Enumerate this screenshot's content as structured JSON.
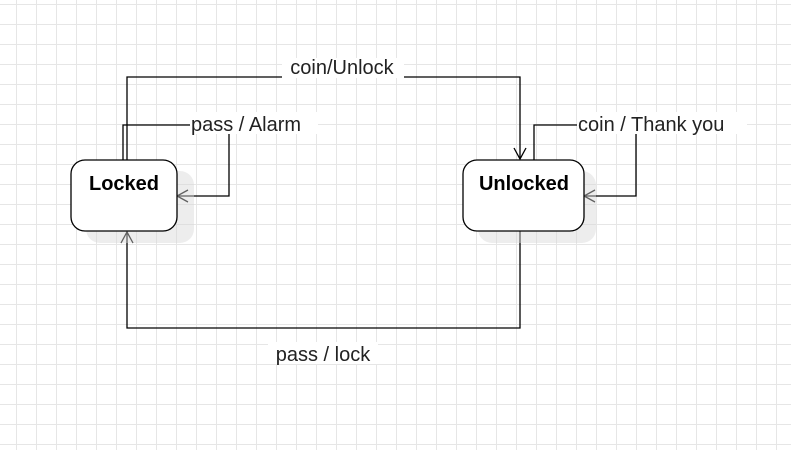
{
  "diagram": {
    "states": {
      "locked": {
        "label": "Locked"
      },
      "unlocked": {
        "label": "Unlocked"
      }
    },
    "transitions": {
      "locked_to_unlocked": {
        "from": "Locked",
        "to": "Unlocked",
        "label": "coin/Unlock"
      },
      "locked_self": {
        "from": "Locked",
        "to": "Locked",
        "label": "pass / Alarm"
      },
      "unlocked_self": {
        "from": "Unlocked",
        "to": "Unlocked",
        "label": "coin / Thank you"
      },
      "unlocked_to_locked": {
        "from": "Unlocked",
        "to": "Locked",
        "label": "pass / lock"
      }
    }
  },
  "colors": {
    "grid": "#e6e6e6",
    "stroke": "#000000",
    "state_fill": "#ffffff",
    "shadow": "#d8d8d8"
  }
}
